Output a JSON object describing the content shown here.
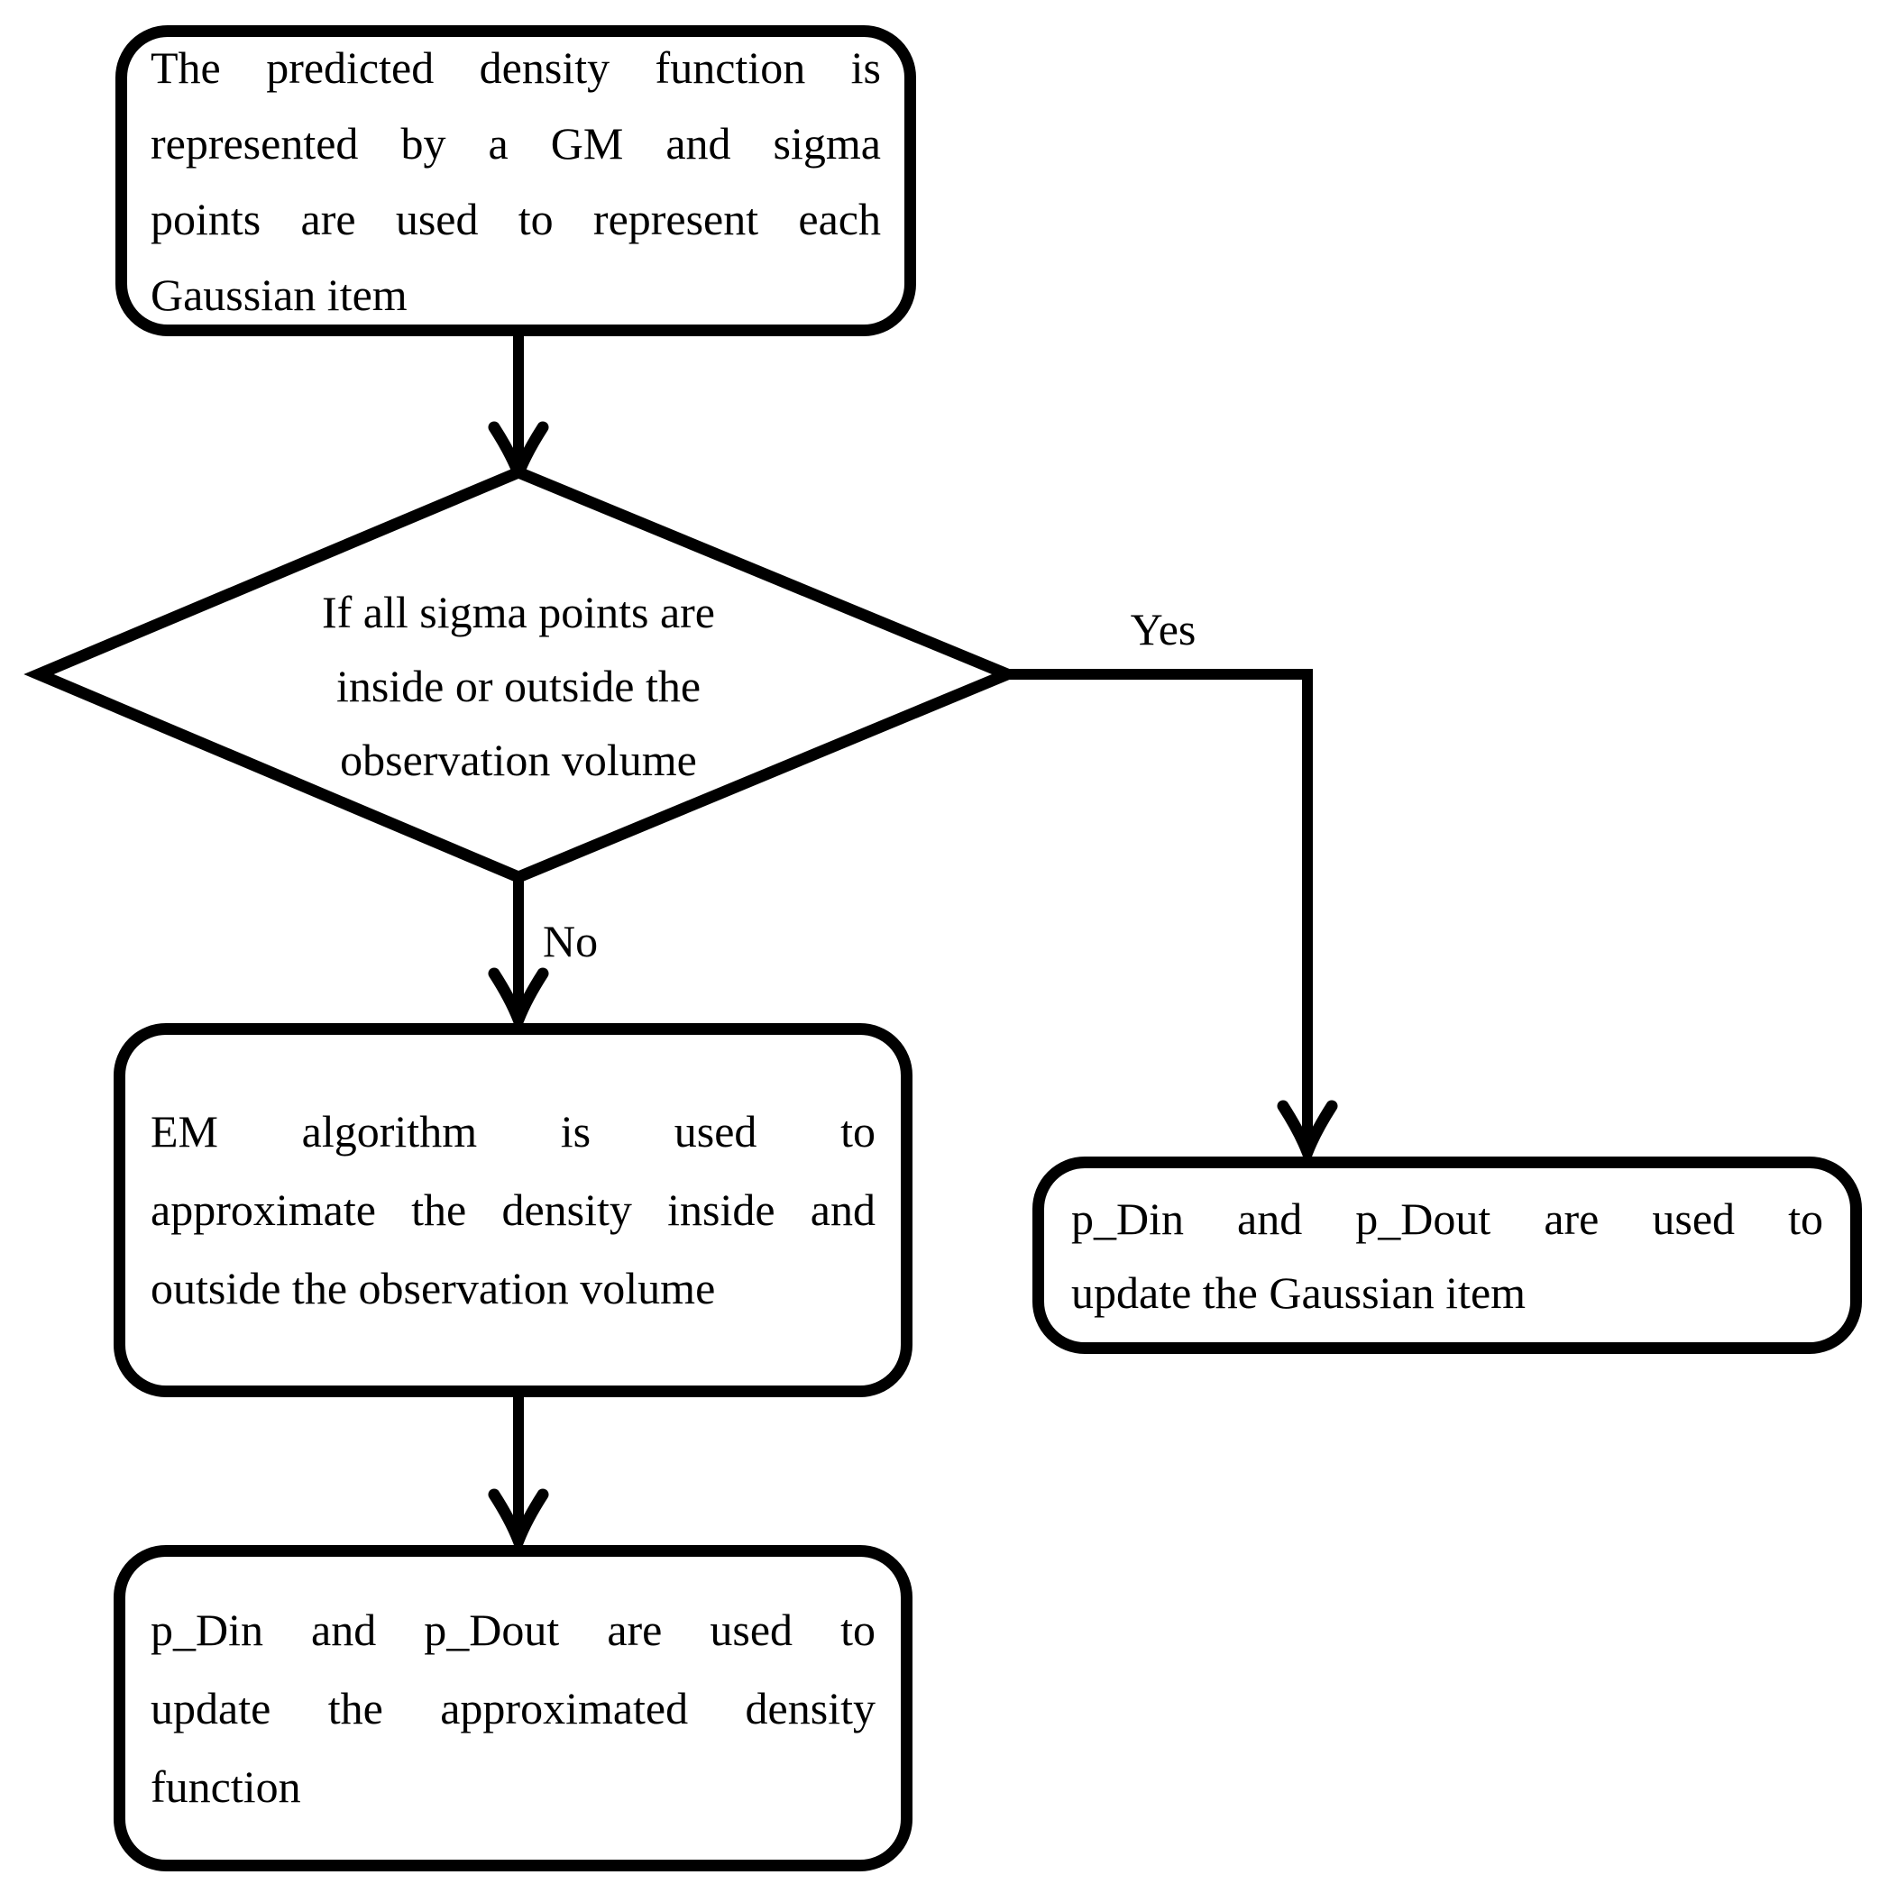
{
  "colors": {
    "ink": "#000000",
    "paper": "#ffffff"
  },
  "flow": {
    "top_box": {
      "lines": [
        "The predicted density function is",
        "represented by a GM and sigma",
        "points are used to represent each",
        "Gaussian item"
      ]
    },
    "decision": {
      "lines": [
        "If all sigma points are",
        "inside or outside the",
        "observation volume"
      ]
    },
    "yes_label": "Yes",
    "no_label": "No",
    "yes_box": {
      "lines": [
        "p_Din and p_Dout are used to",
        "update the Gaussian item"
      ]
    },
    "em_box": {
      "lines": [
        "EM algorithm is used to",
        "approximate the density inside and",
        "outside the observation volume"
      ]
    },
    "result_box": {
      "lines": [
        "p_Din and p_Dout are used to",
        "update the approximated density",
        "function"
      ]
    }
  }
}
